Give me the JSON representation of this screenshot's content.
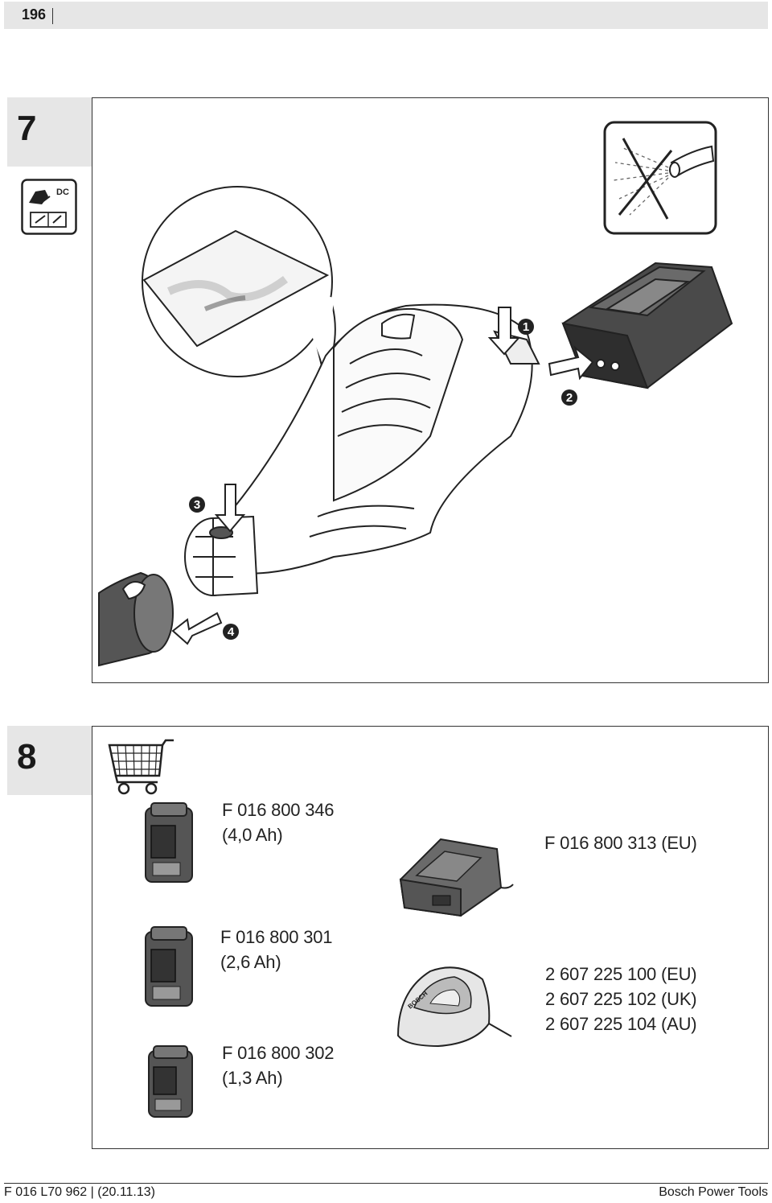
{
  "header": {
    "page_number": "196"
  },
  "sections": [
    {
      "number": "7"
    },
    {
      "number": "8"
    }
  ],
  "figure7": {
    "dc_icon_text": "DC",
    "step_markers": [
      "1",
      "2",
      "3",
      "4"
    ]
  },
  "figure8": {
    "batteries": [
      {
        "part": "F 016 800 346",
        "capacity": "(4,0 Ah)"
      },
      {
        "part": "F 016 800 301",
        "capacity": "(2,6 Ah)"
      },
      {
        "part": "F 016 800 302",
        "capacity": "(1,3 Ah)"
      }
    ],
    "chargers": [
      {
        "lines": [
          "F 016 800 313 (EU)"
        ]
      },
      {
        "lines": [
          "2 607 225 100 (EU)",
          "2 607 225 102 (UK)",
          "2 607 225 104 (AU)"
        ]
      }
    ],
    "charger_brand": "BOSCH"
  },
  "footer": {
    "left": "F 016 L70 962 | (20.11.13)",
    "right": "Bosch Power Tools"
  }
}
